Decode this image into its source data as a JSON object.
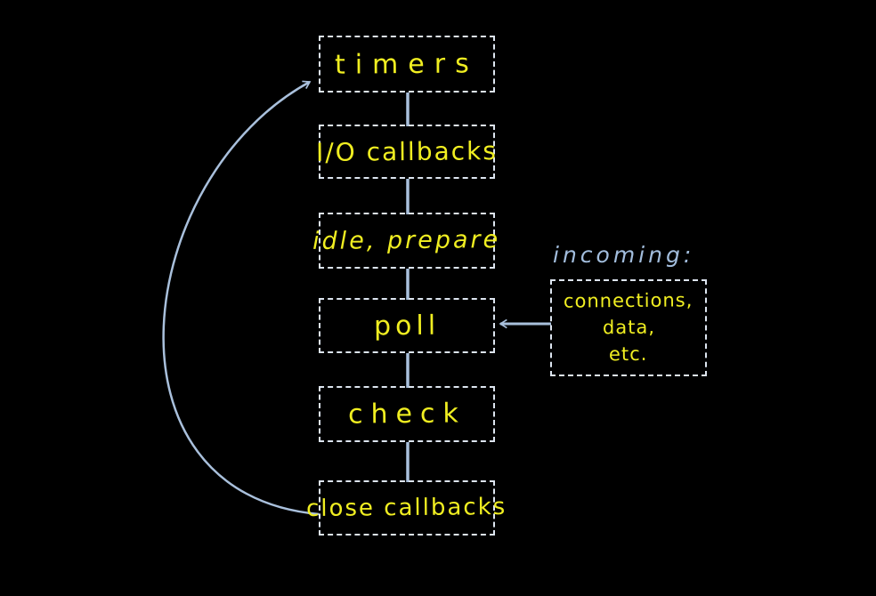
{
  "diagram": {
    "title": "event-loop-phases-flowchart",
    "flow": {
      "boxes": [
        {
          "id": "timers",
          "label": "timers"
        },
        {
          "id": "io-callbacks",
          "label": "I/O callbacks"
        },
        {
          "id": "idle-prepare",
          "label": "idle, prepare"
        },
        {
          "id": "poll",
          "label": "poll"
        },
        {
          "id": "check",
          "label": "check"
        },
        {
          "id": "close-callbacks",
          "label": "close callbacks"
        }
      ]
    },
    "incoming": {
      "label": "incoming:",
      "lines": [
        "connections,",
        "data,",
        "etc."
      ]
    }
  },
  "colors": {
    "background": "#000000",
    "box_border": "#dde5f0",
    "box_text": "#f0ee21",
    "connector": "#a9c0dc",
    "incoming_label": "#a2bddd"
  }
}
